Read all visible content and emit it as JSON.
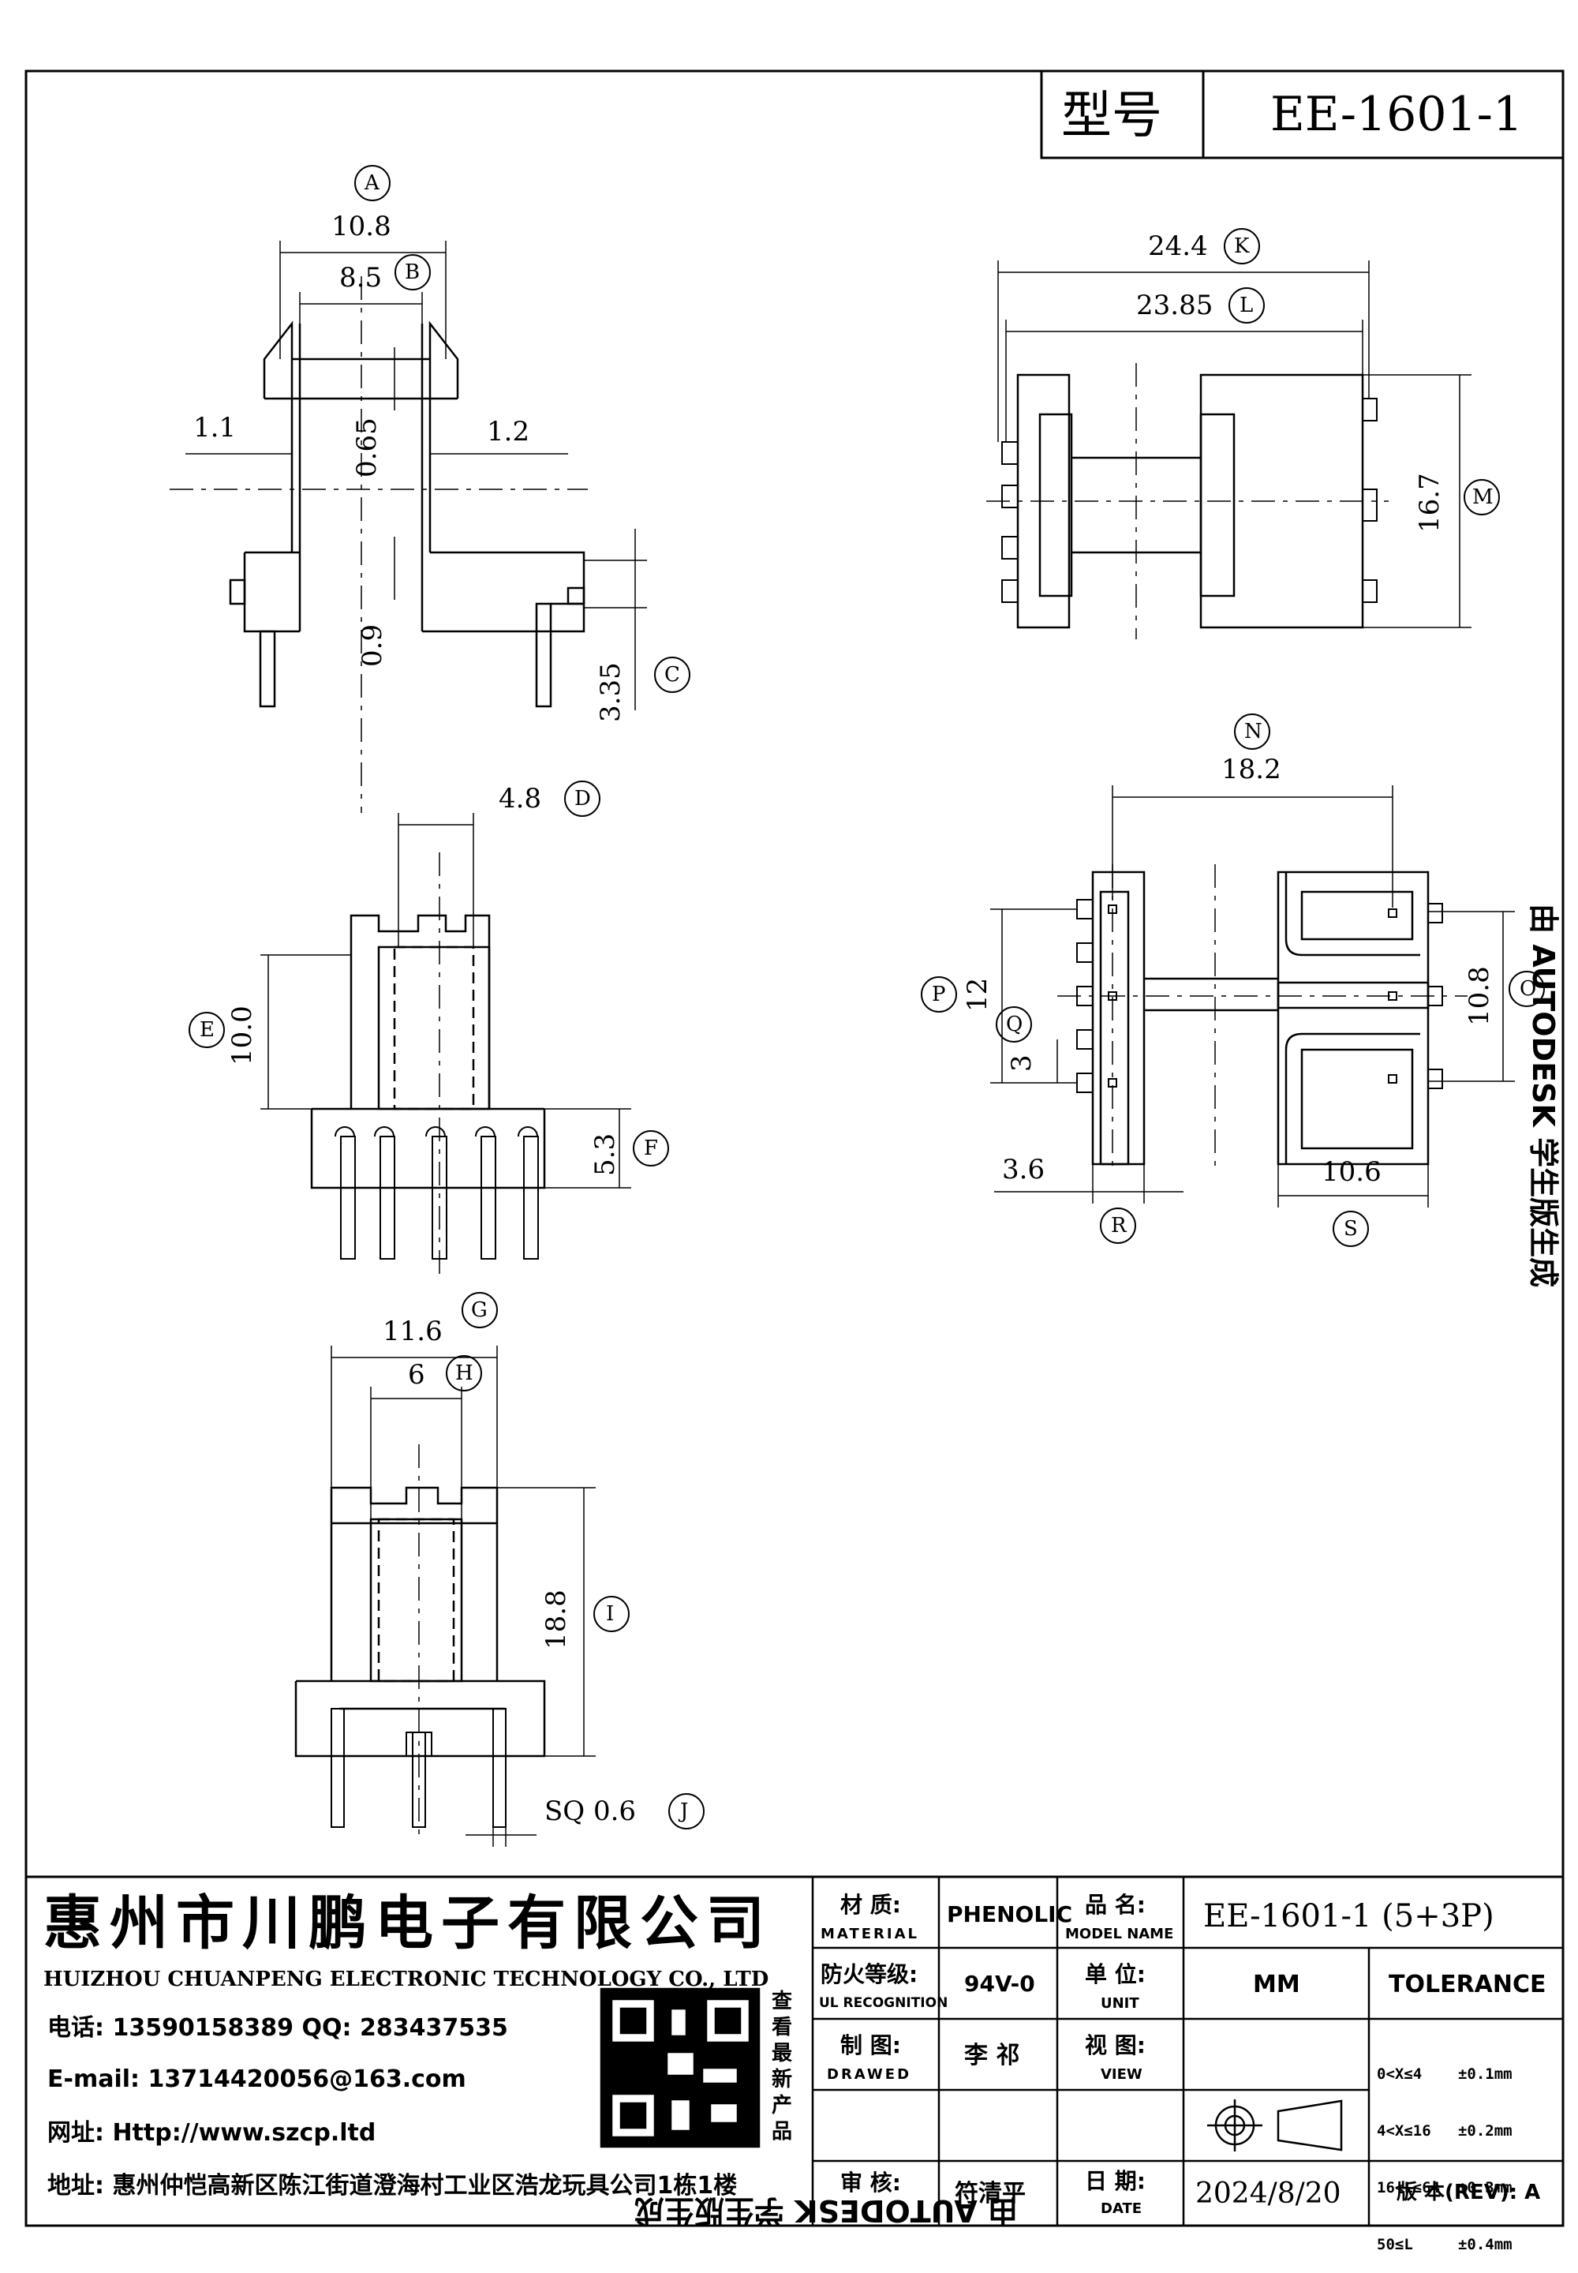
{
  "model": {
    "label": "型号",
    "value": "EE-1601-1"
  },
  "dims": {
    "A": "10.8",
    "B": "8.5",
    "C": "3.35",
    "D": "4.8",
    "E": "10.0",
    "F": "5.3",
    "G": "11.6",
    "H": "6",
    "I": "18.8",
    "J": "SQ 0.6",
    "K": "24.4",
    "L": "23.85",
    "M": "16.7",
    "N": "18.2",
    "O": "10.8",
    "P": "12",
    "Q": "3",
    "R": "3.6",
    "S": "10.6",
    "w11": "1.1",
    "w12": "1.2",
    "t065": "0.65",
    "t09": "0.9"
  },
  "letters": [
    "A",
    "B",
    "C",
    "D",
    "E",
    "F",
    "G",
    "H",
    "I",
    "J",
    "K",
    "L",
    "M",
    "N",
    "O",
    "P",
    "Q",
    "R",
    "S"
  ],
  "watermark": {
    "side": "由 AUTODESK 学生版生成",
    "bottom": "由 AUTODESK 学生版生成"
  },
  "company": {
    "name_cn": "惠州市川鹏电子有限公司",
    "name_en": "HUIZHOU CHUANPENG ELECTRONIC TECHNOLOGY CO., LTD",
    "phone": "电话: 13590158389  QQ: 283437535",
    "email": "E-mail: 13714420056@163.com",
    "web": "网址: Http://www.szcp.ltd",
    "address": "地址: 惠州仲恺高新区陈江街道澄海村工业区浩龙玩具公司1栋1楼",
    "qr_caption": [
      "查",
      "看",
      "最",
      "新",
      "产",
      "品"
    ]
  },
  "title_block": {
    "material_cn": "材 质:",
    "material_en": "MATERIAL",
    "material": "PHENOLIC",
    "model_name_cn": "品 名:",
    "model_name_en": "MODEL NAME",
    "model_name": "EE-1601-1 (5+3P)",
    "ul_cn": "防火等级:",
    "ul_en": "UL RECOGNITION",
    "ul": "94V-0",
    "unit_cn": "单 位:",
    "unit_en": "UNIT",
    "unit": "MM",
    "tolerance": "TOLERANCE",
    "drawed_cn": "制 图:",
    "drawed_en": "DRAWED",
    "drawed": "李 祁",
    "view_cn": "视 图:",
    "view_en": "VIEW",
    "check_cn": "审 核:",
    "check": "符清平",
    "date_cn": "日 期:",
    "date_en": "DATE",
    "date": "2024/8/20",
    "rev_label": "版 本(REV): A",
    "tol_rows": [
      "0<X≤4    ±0.1mm",
      "4<X≤16   ±0.2mm",
      "16<L≤64  ±0.3mm",
      "50≤L     ±0.4mm"
    ]
  }
}
